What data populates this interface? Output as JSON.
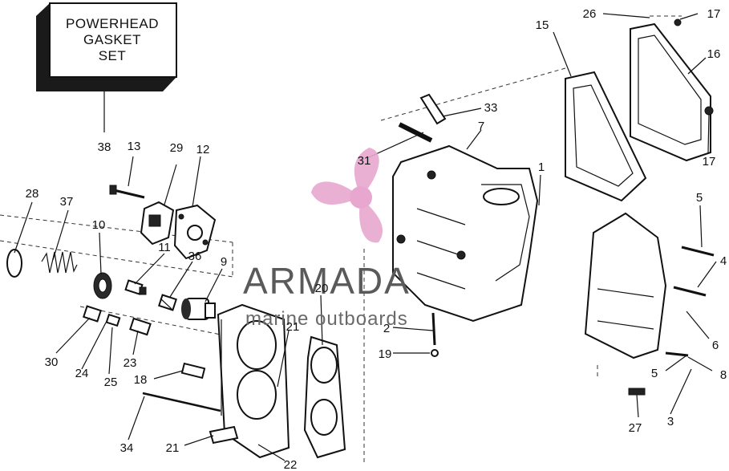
{
  "kit_box": {
    "line1": "POWERHEAD",
    "line2": "GASKET",
    "line3": "SET"
  },
  "watermark": {
    "brand": "ARMADA",
    "tagline": "marine outboards",
    "brand_color": "#e8a7cf",
    "text_color": "#5a5a5a"
  },
  "callouts": {
    "c38": "38",
    "c13": "13",
    "c29": "29",
    "c12": "12",
    "c28": "28",
    "c37": "37",
    "c10": "10",
    "c11": "11",
    "c36": "36",
    "c9": "9",
    "c30": "30",
    "c24": "24",
    "c25": "25",
    "c23": "23",
    "c18": "18",
    "c34": "34",
    "c21a": "21",
    "c21b": "21",
    "c22": "22",
    "c20": "20",
    "c31": "31",
    "c33": "33",
    "c7": "7",
    "c1": "1",
    "c2": "2",
    "c19": "19",
    "c15": "15",
    "c26": "26",
    "c17a": "17",
    "c16": "16",
    "c17b": "17",
    "c5a": "5",
    "c4": "4",
    "c6": "6",
    "c5b": "5",
    "c8": "8",
    "c3": "3",
    "c27": "27"
  }
}
